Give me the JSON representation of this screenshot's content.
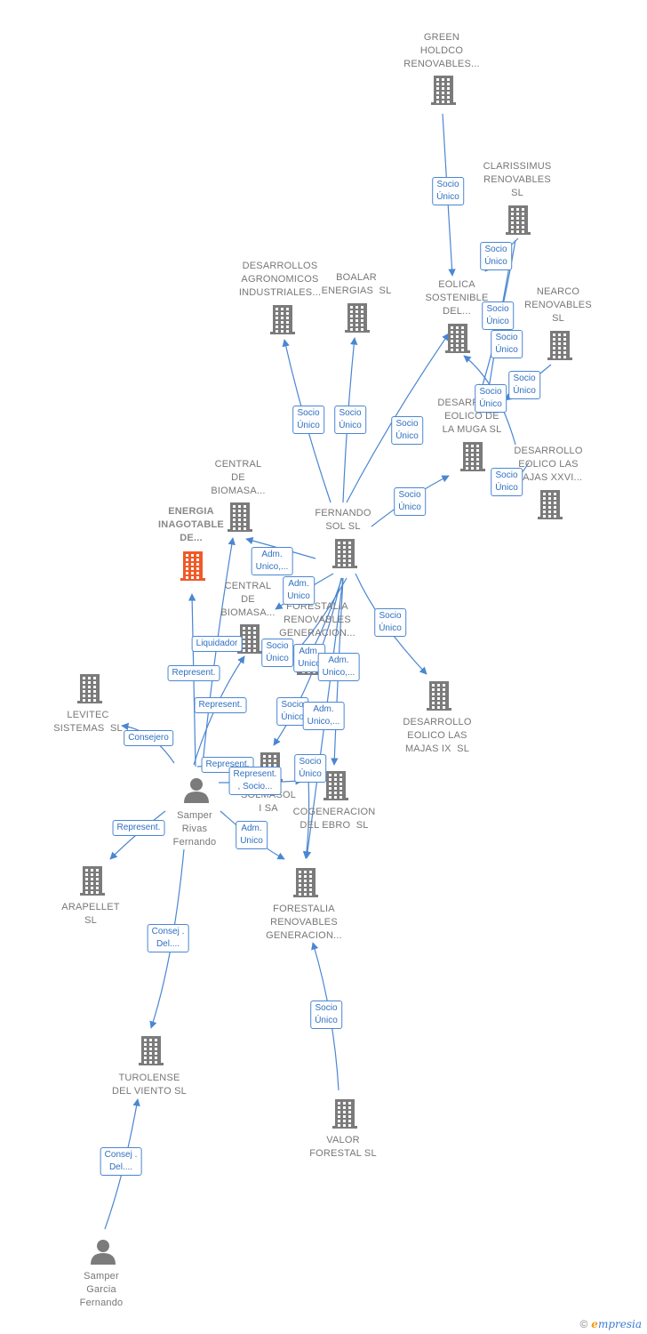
{
  "colors": {
    "edge": "#4a86d2",
    "company": "#7b7b7b",
    "highlight": "#f05a28",
    "person": "#7b7b7b"
  },
  "nodes": [
    {
      "id": "green",
      "kind": "company",
      "label": "GREEN\nHOLDCO\nRENOVABLES..."
    },
    {
      "id": "clarissimus",
      "kind": "company",
      "label": "CLARISSIMUS\nRENOVABLES\nSL"
    },
    {
      "id": "eolica",
      "kind": "company",
      "label": "EOLICA\nSOSTENIBLE\nDEL..."
    },
    {
      "id": "nearco",
      "kind": "company",
      "label": "NEARCO\nRENOVABLES\nSL"
    },
    {
      "id": "agro",
      "kind": "company",
      "label": "DESARROLLOS\nAGRONOMICOS\nINDUSTRIALES..."
    },
    {
      "id": "boalar",
      "kind": "company",
      "label": "BOALAR\nENERGIAS  SL"
    },
    {
      "id": "muga",
      "kind": "company",
      "label": "DESARROLLO\nEOLICO DE\nLA MUGA SL"
    },
    {
      "id": "xxvi",
      "kind": "company",
      "label": "DESARROLLO\nEOLICO LAS\nMAJAS XXVI..."
    },
    {
      "id": "cb1",
      "kind": "company",
      "label": "CENTRAL\nDE\nBIOMASA..."
    },
    {
      "id": "energia",
      "kind": "company",
      "label": "ENERGIA\nINAGOTABLE\nDE...",
      "highlight": true
    },
    {
      "id": "fernando",
      "kind": "company",
      "label": "FERNANDO\nSOL SL"
    },
    {
      "id": "cb2",
      "kind": "company",
      "label": "CENTRAL\nDE\nBIOMASA..."
    },
    {
      "id": "fr1",
      "kind": "company",
      "label": "FORESTALIA\nRENOVABLES\nGENERACION..."
    },
    {
      "id": "ix",
      "kind": "company",
      "label": "DESARROLLO\nEOLICO LAS\nMAJAS IX  SL"
    },
    {
      "id": "levitec",
      "kind": "company",
      "label": "LEVITEC\nSISTEMAS  SL"
    },
    {
      "id": "solmasol",
      "kind": "company",
      "label": "SOLMASOL\nI SA"
    },
    {
      "id": "cogen",
      "kind": "company",
      "label": "COGENERACION\nDEL EBRO  SL"
    },
    {
      "id": "samper",
      "kind": "person",
      "label": "Samper\nRivas\nFernando"
    },
    {
      "id": "arapellet",
      "kind": "company",
      "label": "ARAPELLET\nSL"
    },
    {
      "id": "fr2",
      "kind": "company",
      "label": "FORESTALIA\nRENOVABLES\nGENERACION..."
    },
    {
      "id": "turolense",
      "kind": "company",
      "label": "TUROLENSE\nDEL VIENTO SL"
    },
    {
      "id": "valor",
      "kind": "company",
      "label": "VALOR\nFORESTAL SL"
    },
    {
      "id": "garcia",
      "kind": "person",
      "label": "Samper\nGarcia\nFernando"
    }
  ],
  "relations": [
    {
      "label": "Socio\nÚnico"
    },
    {
      "label": "Socio\nÚnico"
    },
    {
      "label": "Socio\nÚnico"
    },
    {
      "label": "Socio\nÚnico"
    },
    {
      "label": "Socio\nÚnico"
    },
    {
      "label": "Socio\nÚnico"
    },
    {
      "label": "Socio\nÚnico"
    },
    {
      "label": "Socio\nÚnico"
    },
    {
      "label": "Socio\nÚnico"
    },
    {
      "label": "Socio\nÚnico"
    },
    {
      "label": "Socio\nÚnico"
    },
    {
      "label": "Adm.\nUnico,..."
    },
    {
      "label": "Adm.\nUnico"
    },
    {
      "label": "Socio\nÚnico"
    },
    {
      "label": "Liquidador"
    },
    {
      "label": "Socio\nÚnico"
    },
    {
      "label": "Adm.\nUnico"
    },
    {
      "label": "Adm.\nUnico,..."
    },
    {
      "label": "Represent."
    },
    {
      "label": "Represent."
    },
    {
      "label": "Socio\nÚnico"
    },
    {
      "label": "Adm.\nUnico,..."
    },
    {
      "label": "Consejero"
    },
    {
      "label": "Represent."
    },
    {
      "label": "Represent.\n, Socio..."
    },
    {
      "label": "Socio\nÚnico"
    },
    {
      "label": "Represent."
    },
    {
      "label": "Adm.\nUnico"
    },
    {
      "label": "Consej .\nDel...."
    },
    {
      "label": "Socio\nÚnico"
    },
    {
      "label": "Consej .\nDel...."
    }
  ],
  "brand": {
    "copyright": "©",
    "initial": "e",
    "rest": "mpresia"
  }
}
